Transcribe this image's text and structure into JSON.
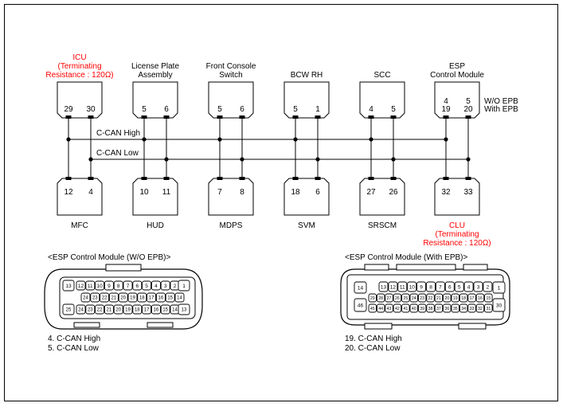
{
  "top_modules": [
    {
      "id": "icu",
      "name_lines": [
        "ICU",
        "(Terminating",
        "Resistance : 120Ω)"
      ],
      "pins": [
        "29",
        "30"
      ],
      "red": true
    },
    {
      "id": "license-plate-assembly",
      "name_lines": [
        "License Plate",
        "Assembly"
      ],
      "pins": [
        "5",
        "6"
      ],
      "red": false
    },
    {
      "id": "front-console-switch",
      "name_lines": [
        "Front Console",
        "Switch"
      ],
      "pins": [
        "5",
        "6"
      ],
      "red": false
    },
    {
      "id": "bcw-rh",
      "name_lines": [
        "BCW RH"
      ],
      "pins": [
        "5",
        "1"
      ],
      "red": false
    },
    {
      "id": "scc",
      "name_lines": [
        "SCC"
      ],
      "pins": [
        "4",
        "5"
      ],
      "red": false
    },
    {
      "id": "esp-control-module",
      "name_lines": [
        "ESP",
        "Control Module"
      ],
      "pins": [
        "4",
        "5"
      ],
      "pins_alt": [
        "19",
        "20"
      ],
      "red": false
    }
  ],
  "esp_variant_labels": [
    "W/O EPB",
    "With EPB"
  ],
  "bottom_modules": [
    {
      "id": "mfc",
      "name_lines": [
        "MFC"
      ],
      "pins": [
        "12",
        "4"
      ],
      "red": false
    },
    {
      "id": "hud",
      "name_lines": [
        "HUD"
      ],
      "pins": [
        "10",
        "11"
      ],
      "red": false
    },
    {
      "id": "mdps",
      "name_lines": [
        "MDPS"
      ],
      "pins": [
        "7",
        "8"
      ],
      "red": false
    },
    {
      "id": "svm",
      "name_lines": [
        "SVM"
      ],
      "pins": [
        "18",
        "6"
      ],
      "red": false
    },
    {
      "id": "srscm",
      "name_lines": [
        "SRSCM"
      ],
      "pins": [
        "27",
        "26"
      ],
      "red": false
    },
    {
      "id": "clu",
      "name_lines": [
        "CLU",
        "(Terminating",
        "Resistance : 120Ω)"
      ],
      "pins": [
        "32",
        "33"
      ],
      "red": true
    }
  ],
  "bus_labels": {
    "high": "C-CAN High",
    "low": "C-CAN Low"
  },
  "connectors": [
    {
      "id": "esp-wo-epb",
      "title": "<ESP Control Module (W/O EPB)>",
      "rows": [
        [
          "13",
          "12",
          "11",
          "10",
          "9",
          "8",
          "7",
          "6",
          "5",
          "4",
          "3",
          "2",
          "1"
        ],
        [
          "24",
          "23",
          "22",
          "21",
          "20",
          "19",
          "18",
          "17",
          "16",
          "15",
          "14"
        ],
        [
          "25",
          "24",
          "23",
          "22",
          "21",
          "20",
          "19",
          "18",
          "17",
          "16",
          "15",
          "14",
          "13"
        ]
      ],
      "pin_notes": [
        "4. C-CAN High",
        "5. C-CAN Low"
      ]
    },
    {
      "id": "esp-with-epb",
      "title": "<ESP Control Module (With EPB)>",
      "rows": [
        [
          "14",
          "13",
          "12",
          "11",
          "10",
          "9",
          "8",
          "7",
          "6",
          "5",
          "4",
          "3",
          "2",
          "1"
        ],
        [
          "29",
          "28",
          "27",
          "26",
          "25",
          "24",
          "23",
          "22",
          "21",
          "20",
          "19",
          "18",
          "17",
          "16",
          "15"
        ],
        [
          "46",
          "45",
          "44",
          "43",
          "42",
          "41",
          "40",
          "39",
          "38",
          "37",
          "36",
          "35",
          "34",
          "33",
          "32",
          "31",
          "30"
        ]
      ],
      "pin_notes": [
        "19. C-CAN High",
        "20. C-CAN Low"
      ]
    }
  ],
  "colors": {
    "line": "#000000",
    "red": "#ff0000",
    "background": "#ffffff"
  }
}
